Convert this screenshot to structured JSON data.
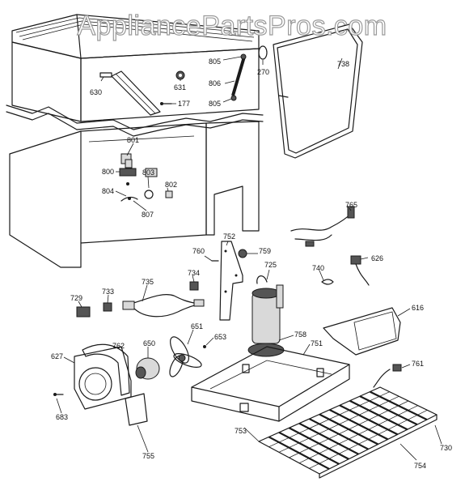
{
  "watermark": "AppliancePartsPros.com",
  "callouts": [
    {
      "id": "c630",
      "text": "630"
    },
    {
      "id": "c631",
      "text": "631"
    },
    {
      "id": "c177",
      "text": "177"
    },
    {
      "id": "c805a",
      "text": "805"
    },
    {
      "id": "c806",
      "text": "806"
    },
    {
      "id": "c805b",
      "text": "805"
    },
    {
      "id": "c270",
      "text": "270"
    },
    {
      "id": "c738",
      "text": "738"
    },
    {
      "id": "c801",
      "text": "801"
    },
    {
      "id": "c800",
      "text": "800"
    },
    {
      "id": "c803",
      "text": "803"
    },
    {
      "id": "c804",
      "text": "804"
    },
    {
      "id": "c802",
      "text": "802"
    },
    {
      "id": "c807",
      "text": "807"
    },
    {
      "id": "c765",
      "text": "765"
    },
    {
      "id": "c760",
      "text": "760"
    },
    {
      "id": "c752",
      "text": "752"
    },
    {
      "id": "c759",
      "text": "759"
    },
    {
      "id": "c626",
      "text": "626"
    },
    {
      "id": "c725",
      "text": "725"
    },
    {
      "id": "c740",
      "text": "740"
    },
    {
      "id": "c734",
      "text": "734"
    },
    {
      "id": "c735",
      "text": "735"
    },
    {
      "id": "c729",
      "text": "729"
    },
    {
      "id": "c733",
      "text": "733"
    },
    {
      "id": "c616",
      "text": "616"
    },
    {
      "id": "c651",
      "text": "651"
    },
    {
      "id": "c653",
      "text": "653"
    },
    {
      "id": "c758",
      "text": "758"
    },
    {
      "id": "c751",
      "text": "751"
    },
    {
      "id": "c627",
      "text": "627"
    },
    {
      "id": "c762",
      "text": "762"
    },
    {
      "id": "c650",
      "text": "650"
    },
    {
      "id": "c761",
      "text": "761"
    },
    {
      "id": "c683",
      "text": "683"
    },
    {
      "id": "c753",
      "text": "753"
    },
    {
      "id": "c755",
      "text": "755"
    },
    {
      "id": "c730",
      "text": "730"
    },
    {
      "id": "c754",
      "text": "754"
    }
  ]
}
